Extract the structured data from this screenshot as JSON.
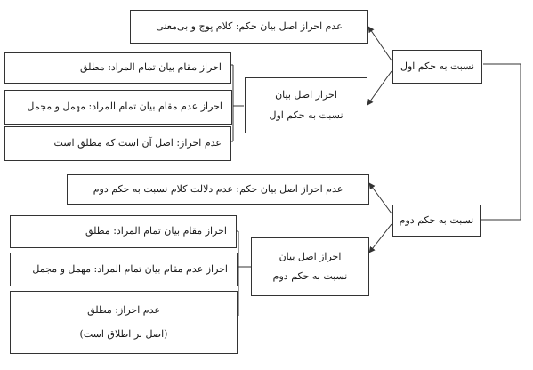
{
  "first": {
    "root": "نسبت به حکم اول",
    "no_principle": "عدم احراز اصل بیان حکم: کلام پوچ و بی‌معنی",
    "principle": [
      "احراز اصل بیان",
      "نسبت به حکم اول"
    ],
    "leaves": [
      "احراز مقام بیان تمام المراد: مطلق",
      "احراز عدم مقام بیان تمام المراد:  مهمل و مجمل",
      "عدم احراز: اصل آن است که مطلق است"
    ]
  },
  "second": {
    "root": "نسبت به حکم دوم",
    "no_principle": "عدم احراز اصل بیان حکم: عدم دلالت کلام نسبت به حکم دوم",
    "principle": [
      "احراز اصل بیان",
      "نسبت به حکم دوم"
    ],
    "leaves": [
      "احراز مقام بیان تمام المراد: مطلق",
      "احراز عدم مقام بیان تمام المراد:  مهمل و مجمل"
    ],
    "last_leaf": [
      "عدم احراز: مطلق",
      "(اصل بر اطلاق است)"
    ]
  }
}
